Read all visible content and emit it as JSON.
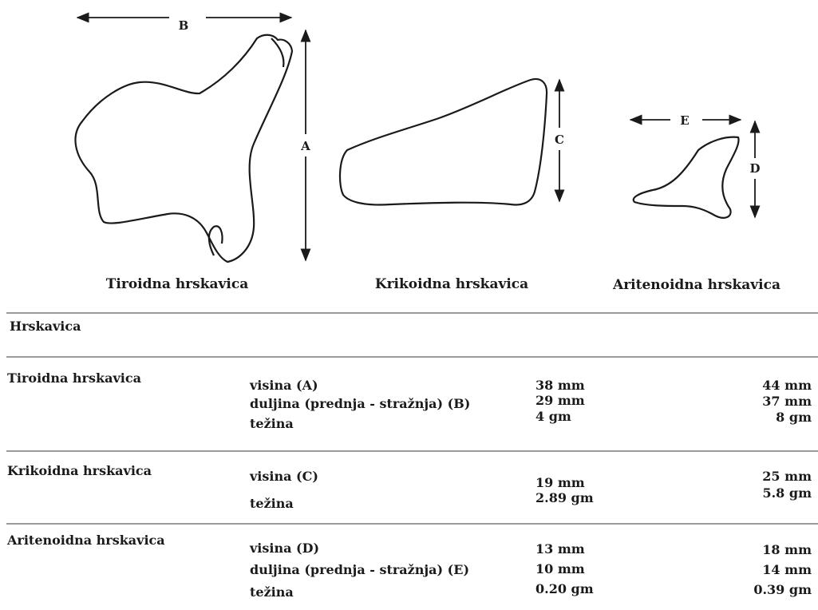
{
  "figure": {
    "labels": {
      "B": "B",
      "A": "A",
      "C": "C",
      "E": "E",
      "D": "D"
    },
    "captions": {
      "thyroid": "Tiroidna hrskavica",
      "cricoid": "Krikoidna hrskavica",
      "arytenoid": "Aritenoidna hrskavica"
    }
  },
  "table": {
    "header": "Hrskavica",
    "rows": [
      {
        "name": "Tiroidna hrskavica",
        "measures": [
          "visina (A)",
          "duljina (prednja - stražnja) (B)",
          "težina"
        ],
        "col1": [
          "38 mm",
          "29 mm",
          "4 gm"
        ],
        "col2": [
          "44 mm",
          "37 mm",
          "8 gm"
        ]
      },
      {
        "name": "Krikoidna hrskavica",
        "measures": [
          "visina (C)",
          "težina"
        ],
        "col1": [
          "19 mm",
          "2.89 gm"
        ],
        "col2": [
          "25 mm",
          "5.8 gm"
        ]
      },
      {
        "name": "Aritenoidna hrskavica",
        "measures": [
          "visina (D)",
          "duljina (prednja - stražnja) (E)",
          "težina"
        ],
        "col1": [
          "13 mm",
          "10 mm",
          "0.20 gm"
        ],
        "col2": [
          "18 mm",
          "14 mm",
          "0.39 gm"
        ]
      }
    ]
  }
}
